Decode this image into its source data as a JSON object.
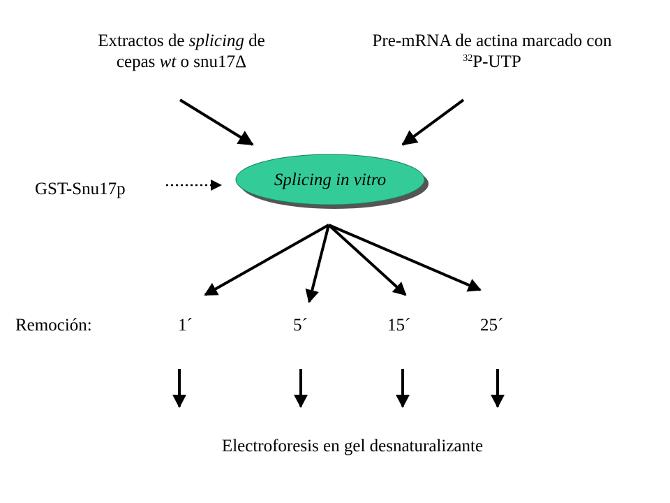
{
  "inputs": {
    "extracts": {
      "line1_prefix": "Extractos de ",
      "line1_italic": "splicing",
      "line1_suffix": " de",
      "line2_prefix": "cepas ",
      "line2_italic": "wt",
      "line2_suffix": " o snu17Δ"
    },
    "premrna": {
      "line1": "Pre-mRNA de actina marcado con",
      "line2_sup": "32",
      "line2_text": "P-UTP"
    },
    "gst": "GST-Snu17p"
  },
  "center_node": {
    "label": "Splicing in vitro",
    "fill": "#33CC99"
  },
  "removal": {
    "label": "Remoción:",
    "times": [
      "1´",
      "5´",
      "15´",
      "25´"
    ]
  },
  "output": {
    "label": "Electroforesis en gel desnaturalizante"
  }
}
